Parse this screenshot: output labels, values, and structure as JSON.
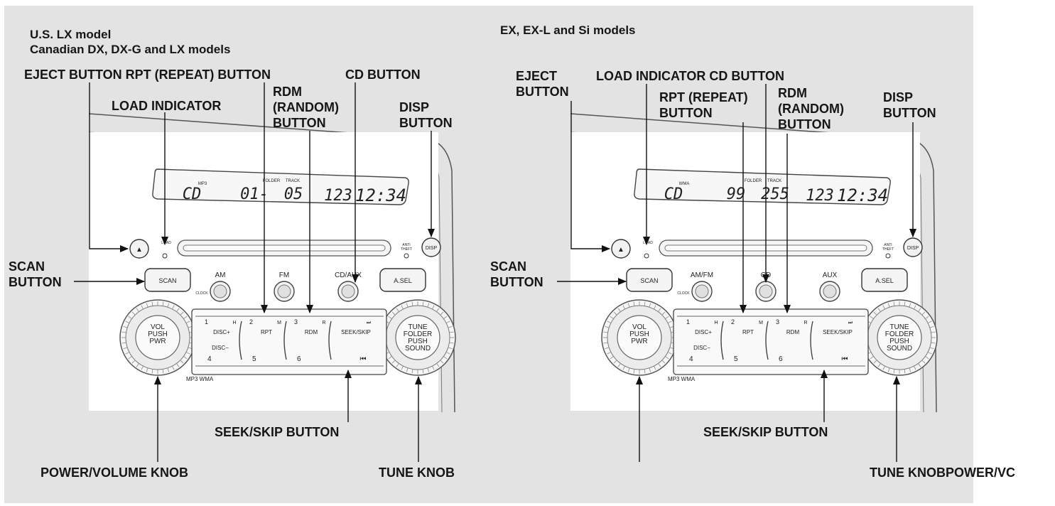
{
  "left": {
    "title_line1": "U.S. LX model",
    "title_line2": "Canadian DX, DX-G and LX models",
    "labels": {
      "eject_rpt": "EJECT BUTTON RPT (REPEAT) BUTTON",
      "cd": "CD BUTTON",
      "rdm": "RDM\n(RANDOM)\nBUTTON",
      "load": "LOAD INDICATOR",
      "disp": "DISP\nBUTTON",
      "scan": "SCAN\nBUTTON",
      "seek": "SEEK/SKIP BUTTON",
      "power": "POWER/VOLUME KNOB",
      "tune": "TUNE KNOB"
    },
    "display": {
      "src": "CD",
      "folder": "01-",
      "track": "05",
      "num": "123",
      "time": "12:34",
      "mp3": "MP3",
      "folder_lbl": "FOLDER",
      "track_lbl": "TRACK"
    },
    "buttons": {
      "scan": "SCAN",
      "am": "AM",
      "fm": "FM",
      "cdaux": "CD/AUX",
      "asel": "A.SEL",
      "disp": "DISP",
      "clock": "CLOCK",
      "anti": "ANTI\nTHEFT",
      "load": "LOAD"
    },
    "presets": [
      {
        "num": "1",
        "mark": "H",
        "text": "DISC+"
      },
      {
        "num": "2",
        "mark": "M",
        "text": "RPT"
      },
      {
        "num": "3",
        "mark": "R",
        "text": "RDM"
      },
      {
        "num": "",
        "mark": "⏭",
        "text": "SEEK/SKIP"
      }
    ],
    "presets_bottom": [
      "4",
      "5",
      "6",
      "⏮"
    ],
    "disc_minus": "DISC−",
    "vol_knob": "VOL\nPUSH\nPWR",
    "tune_knob": "TUNE\nFOLDER\nPUSH\nSOUND",
    "footer": "MP3 WMA"
  },
  "right": {
    "title": "EX, EX-L and Si models",
    "labels": {
      "eject": "EJECT\nBUTTON",
      "load_cd": "LOAD INDICATOR CD BUTTON",
      "rpt": "RPT (REPEAT)\nBUTTON",
      "rdm": "RDM\n(RANDOM)\nBUTTON",
      "disp": "DISP\nBUTTON",
      "scan": "SCAN\nBUTTON",
      "seek": "SEEK/SKIP BUTTON",
      "tune_power": "TUNE KNOBPOWER/VC"
    },
    "display": {
      "src": "CD",
      "folder": "99",
      "track": "255",
      "num": "123",
      "time": "12:34",
      "wma": "WMA",
      "folder_lbl": "FOLDER",
      "track_lbl": "TRACK"
    },
    "buttons": {
      "scan": "SCAN",
      "amfm": "AM/FM",
      "cd": "CD",
      "aux": "AUX",
      "asel": "A.SEL",
      "disp": "DISP",
      "clock": "CLOCK",
      "anti": "ANTI\nTHEFT",
      "load": "LOAD"
    },
    "presets": [
      {
        "num": "1",
        "mark": "H",
        "text": "DISC+"
      },
      {
        "num": "2",
        "mark": "M",
        "text": "RPT"
      },
      {
        "num": "3",
        "mark": "R",
        "text": "RDM"
      },
      {
        "num": "",
        "mark": "⏭",
        "text": "SEEK/SKIP"
      }
    ],
    "presets_bottom": [
      "4",
      "5",
      "6",
      "⏮"
    ],
    "disc_minus": "DISC−",
    "vol_knob": "VOL\nPUSH\nPWR",
    "tune_knob": "TUNE\nFOLDER\nPUSH\nSOUND",
    "footer": "MP3 WMA"
  }
}
